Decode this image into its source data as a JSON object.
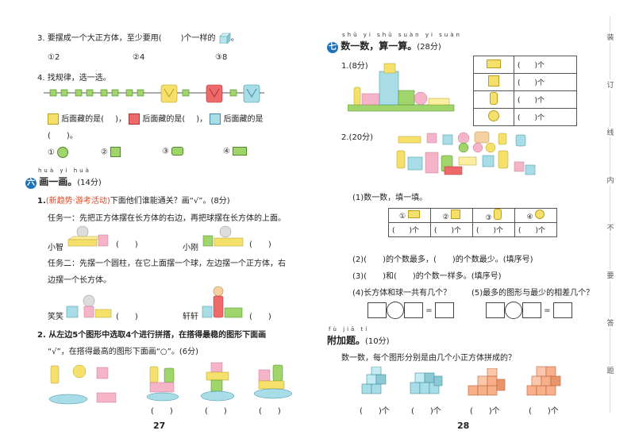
{
  "left": {
    "q3": {
      "stem_a": "3. 要摆成一个大正方体，至少要用(",
      "stem_b": ")个一样的",
      "stem_c": "。",
      "options": [
        "①2",
        "②4",
        "③8"
      ]
    },
    "q4": {
      "title": "4. 找规律，选一选。",
      "line1_a": "后面藏的是(",
      "line1_b": ")，",
      "line1_c": "后面藏的是(",
      "line1_d": ")，",
      "line1_e": "后面藏的是",
      "line2": "(　　)。",
      "options": [
        "①",
        "②",
        "③",
        "④"
      ]
    },
    "sec6": {
      "pinyin": "huà yi huà",
      "badge": "六",
      "title": "画一画。",
      "score": "(14分)"
    },
    "q6_1": {
      "num": "1.",
      "tag": "(新趋势·游考活动)",
      "stem": "下面他们谁能通关？画“√”。(8分)",
      "task1": "任务一：先把正方体摆在长方体的右边，再把球摆在长方体的上面。",
      "name1": "小智",
      "name2": "小刚",
      "paren": "(　　)",
      "task2_l1": "任务二：先摆一个圆柱，在它上面摆一个球，左边摆一个正方体，右",
      "task2_l2": "边摆一个长方体。",
      "name3": "笑笑",
      "name4": "轩轩"
    },
    "q6_2": {
      "l1": "2. 从左边5个图形中选取4个进行拼搭，在搭得最稳的图形下面画",
      "l2": "“√”，在搭得最高的图形下面画“○”。(6分)",
      "paren": "(　　)"
    },
    "page_no": "27"
  },
  "right": {
    "sec7": {
      "pinyin": "shǔ yi shǔ  suàn yi suàn",
      "badge": "七",
      "title": "数一数，算一算。",
      "score": "(28分)"
    },
    "q7_1": {
      "label": "1.(8分)",
      "rows": [
        "(　　)个",
        "(　　)个",
        "(　　)个",
        "(　　)个"
      ]
    },
    "q7_2": {
      "label": "2.(20分)",
      "sub1": "(1)数一数，填一填。",
      "table_heads": [
        "①",
        "②",
        "③",
        "④"
      ],
      "table_vals": [
        "(　　)个",
        "(　　)个",
        "(　　)个",
        "(　　)个"
      ],
      "sub2": "(2)(　　)的个数最多，(　　)的个数最少。(填序号)",
      "sub3": "(3)(　　)和(　　)的个数一样多。(填序号)",
      "sub4": "(4)长方体和球一共有几个？",
      "sub5": "(5)最多的图形与最少的相差几个？",
      "eq": "="
    },
    "bonus": {
      "pinyin": "fù jiā tí",
      "title": "附加题。",
      "score": "(10分)",
      "stem": "数一数，每个图形分别是由几个小正方体拼成的？",
      "answers": [
        "(　　)个",
        "(　　)个",
        "(　　)个",
        "(　　)个"
      ]
    },
    "side_text": [
      "装",
      "订",
      "线",
      "内",
      "不",
      "要",
      "答",
      "题"
    ],
    "page_no": "28"
  },
  "colors": {
    "accent_blue": "#1e74b8",
    "tag_red": "#e0461f",
    "shape_yellow": "#f4e06a",
    "shape_green": "#9fd56a",
    "shape_cyan": "#a8dde8",
    "shape_pink": "#f5b4c8",
    "shape_red": "#ee6a6a"
  }
}
